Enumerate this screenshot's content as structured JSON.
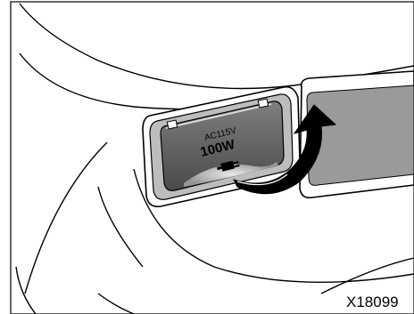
{
  "figure": {
    "outlet_cover": {
      "line1": "AC115V",
      "line2": "100W",
      "plug_symbol": "plug-icon"
    },
    "figure_code": "X18099",
    "arrow_direction": "open-cover-upward",
    "colors": {
      "line": "#000000",
      "panel_gray": "#8a8a8a",
      "cover_dark": "#5a5a5a",
      "arrow_black": "#000000"
    }
  }
}
